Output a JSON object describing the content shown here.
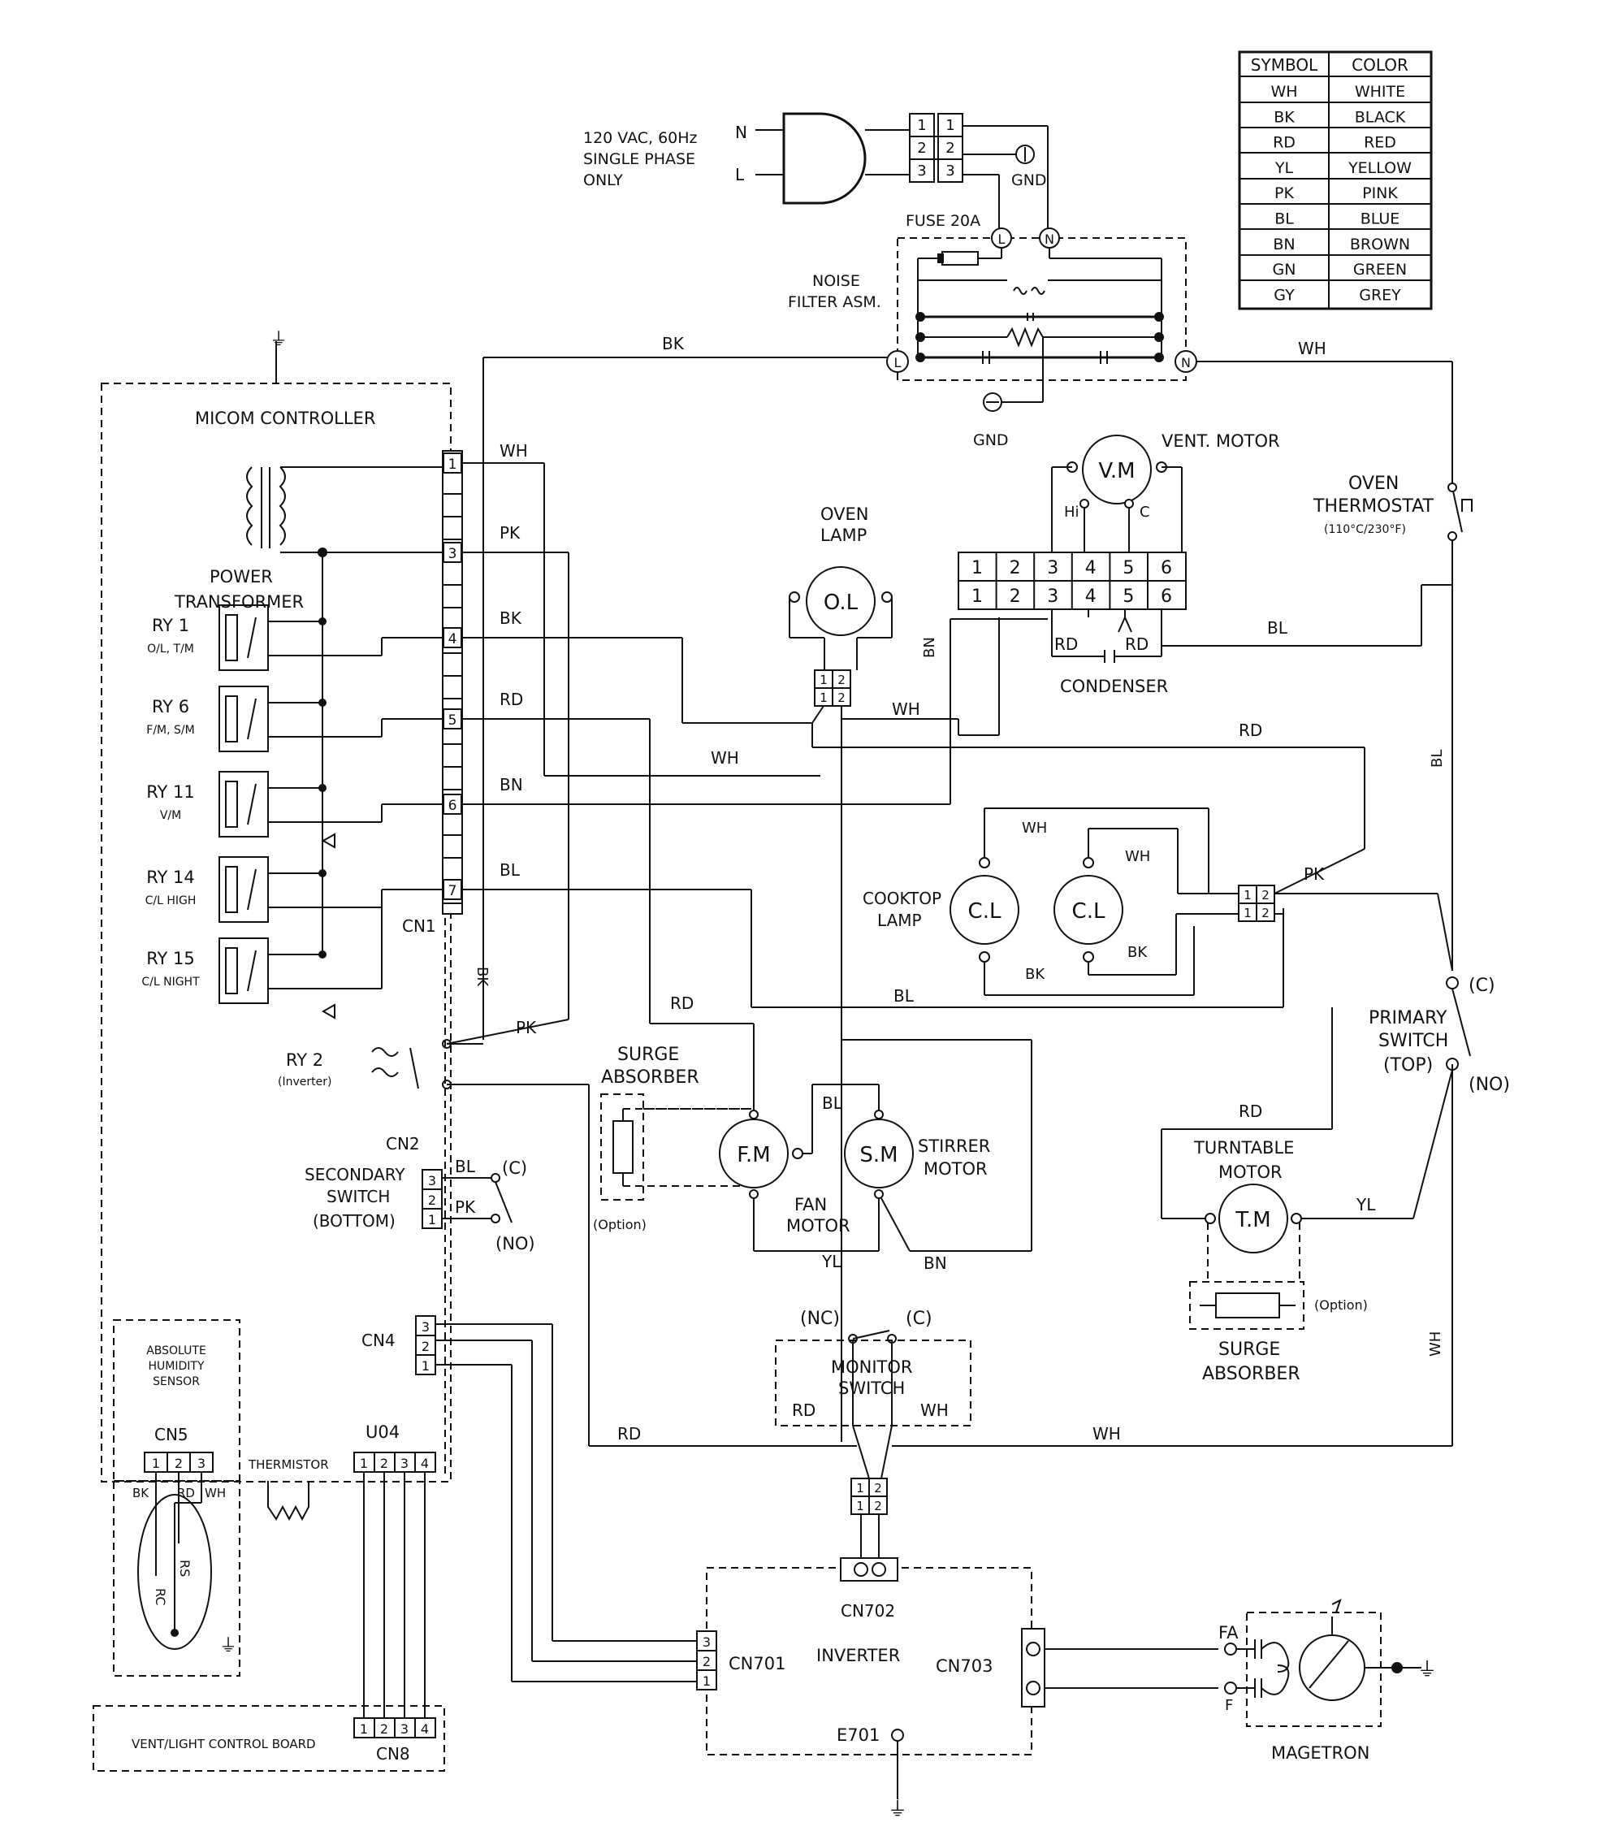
{
  "color_table": {
    "header": [
      "SYMBOL",
      "COLOR"
    ],
    "rows": [
      [
        "WH",
        "WHITE"
      ],
      [
        "BK",
        "BLACK"
      ],
      [
        "RD",
        "RED"
      ],
      [
        "YL",
        "YELLOW"
      ],
      [
        "PK",
        "PINK"
      ],
      [
        "BL",
        "BLUE"
      ],
      [
        "BN",
        "BROWN"
      ],
      [
        "GN",
        "GREEN"
      ],
      [
        "GY",
        "GREY"
      ]
    ]
  },
  "power": {
    "line1": "120 VAC, 60Hz",
    "line2": "SINGLE PHASE",
    "line3": "ONLY",
    "pins": [
      "N",
      "L"
    ],
    "gnd": "GND",
    "conn": [
      "3",
      "2",
      "1"
    ]
  },
  "noise_filter": {
    "line1": "NOISE",
    "line2": "FILTER ASM.",
    "fuse": "FUSE 20A",
    "terminal_l": "L",
    "terminal_n": "N",
    "gnd": "GND"
  },
  "micom": {
    "title": "MICOM CONTROLLER",
    "transformer_1": "POWER",
    "transformer_2": "TRANSFORMER",
    "cn1": "CN1",
    "cn1_pins": [
      "1",
      "3",
      "4",
      "5",
      "6",
      "7"
    ],
    "relays": [
      {
        "name": "RY 1",
        "sub": "O/L, T/M"
      },
      {
        "name": "RY 6",
        "sub": "F/M, S/M"
      },
      {
        "name": "RY 11",
        "sub": "V/M"
      },
      {
        "name": "RY 14",
        "sub": "C/L HIGH"
      },
      {
        "name": "RY 15",
        "sub": "C/L NIGHT"
      }
    ],
    "ry2": "RY 2",
    "ry2_sub": "(Inverter)",
    "cn2": "CN2",
    "cn4": "CN4",
    "cn2_pins": [
      "3",
      "2",
      "1"
    ],
    "cn4_pins": [
      "3",
      "2",
      "1"
    ]
  },
  "secondary_switch": {
    "line1": "SECONDARY",
    "line2": "SWITCH",
    "line3": "(BOTTOM)",
    "c": "(C)",
    "no": "(NO)"
  },
  "humidity": {
    "line1": "ABSOLUTE",
    "line2": "HUMIDITY",
    "line3": "SENSOR",
    "cn5": "CN5",
    "pins": [
      "1",
      "2",
      "3"
    ],
    "rs": "RS",
    "rc": "RC"
  },
  "thermistor": "THERMISTOR",
  "u04": {
    "label": "U04",
    "pins": [
      "1",
      "2",
      "3",
      "4"
    ]
  },
  "vent_board": {
    "label": "VENT/LIGHT CONTROL BOARD",
    "cn8": "CN8",
    "pins": [
      "1",
      "2",
      "3",
      "4"
    ]
  },
  "oven_lamp": {
    "line1": "OVEN",
    "line2": "LAMP",
    "symbol": "O.L"
  },
  "vent_motor": {
    "label": "VENT. MOTOR",
    "symbol": "V.M",
    "hi": "Hi",
    "c": "C"
  },
  "terminal_block": [
    "1",
    "2",
    "3",
    "4",
    "5",
    "6"
  ],
  "condenser": "CONDENSER",
  "oven_thermostat": {
    "line1": "OVEN",
    "line2": "THERMOSTAT",
    "line3": "(110°C/230°F)"
  },
  "cooktop_lamp": {
    "line1": "COOKTOP",
    "line2": "LAMP",
    "symbol": "C.L"
  },
  "surge_absorber": {
    "line1": "SURGE",
    "line2": "ABSORBER",
    "option": "(Option)"
  },
  "fan_motor": {
    "symbol": "F.M",
    "line1": "FAN",
    "line2": "MOTOR"
  },
  "stirrer_motor": {
    "symbol": "S.M",
    "line1": "STIRRER",
    "line2": "MOTOR"
  },
  "primary_switch": {
    "line1": "PRIMARY",
    "line2": "SWITCH",
    "line3": "(TOP)",
    "c": "(C)",
    "no": "(NO)"
  },
  "turntable_motor": {
    "line1": "TURNTABLE",
    "line2": "MOTOR",
    "symbol": "T.M"
  },
  "monitor_switch": {
    "line1": "MONITOR",
    "line2": "SWITCH",
    "nc": "(NC)",
    "c": "(C)"
  },
  "inverter": {
    "label": "INVERTER",
    "cn701": "CN701",
    "cn702": "CN702",
    "cn703": "CN703",
    "e701": "E701",
    "cn701_pins": [
      "3",
      "2",
      "1"
    ]
  },
  "magnetron": {
    "label": "MAGETRON",
    "fa": "FA",
    "f": "F"
  },
  "connector_2x2": [
    "1",
    "2",
    "1",
    "2"
  ],
  "wire_labels": {
    "bk": "BK",
    "wh": "WH",
    "pk": "PK",
    "rd": "RD",
    "bn": "BN",
    "bl": "BL",
    "yl": "YL"
  }
}
